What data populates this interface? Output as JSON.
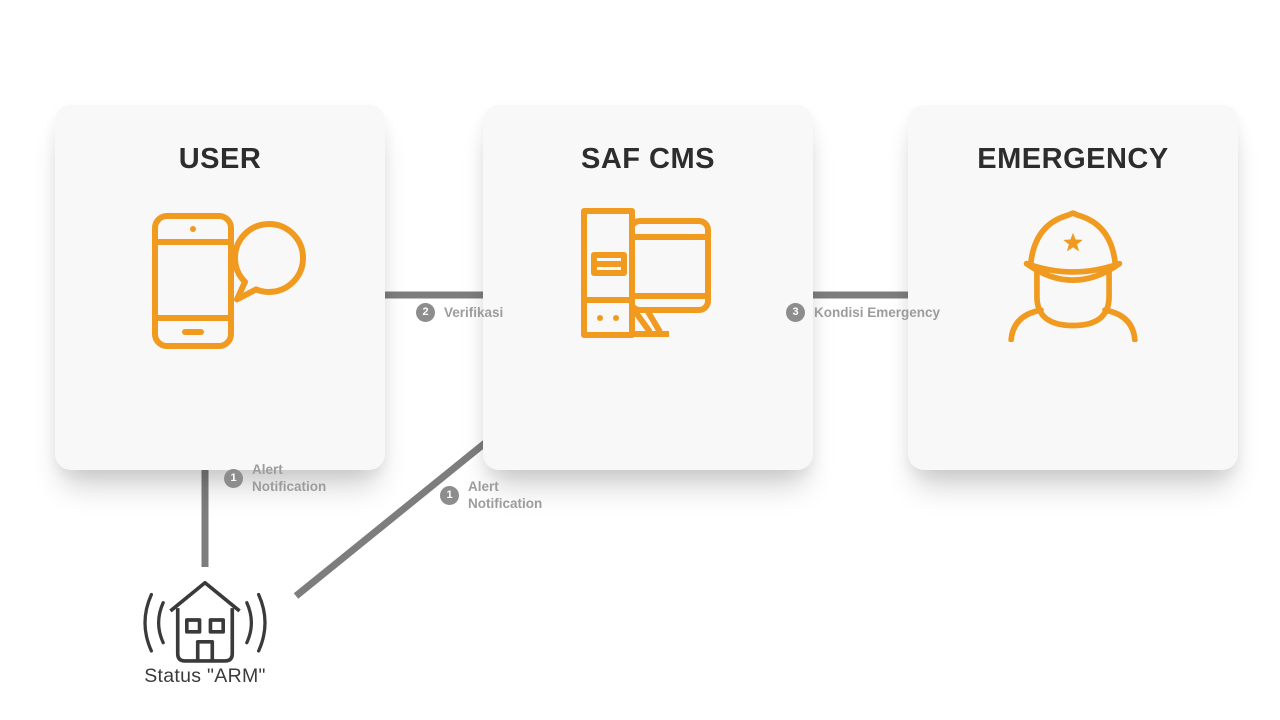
{
  "colors": {
    "accent": "#F09A1F",
    "arrow": "#7D7D7D",
    "label_text": "#9C9C9C",
    "badge_bg": "#8D8D8D",
    "heading_text": "#2D2D2D",
    "card_bg": "#F8F8F8",
    "house_icon": "#3A3A3A",
    "page_bg": "#FFFFFF"
  },
  "cards": [
    {
      "id": "user",
      "title": "USER",
      "icon": "phone-chat-icon"
    },
    {
      "id": "saf-cms",
      "title": "SAF CMS",
      "icon": "desktop-computer-icon"
    },
    {
      "id": "emergency",
      "title": "EMERGENCY",
      "icon": "police-officer-icon"
    }
  ],
  "flows": [
    {
      "step": "1",
      "label": "Alert\nNotification",
      "from": "status-arm-house",
      "to": "user"
    },
    {
      "step": "1",
      "label": "Alert\nNotification",
      "from": "status-arm-house",
      "to": "saf-cms"
    },
    {
      "step": "2",
      "label": "Verifikasi",
      "from": "saf-cms",
      "to": "user"
    },
    {
      "step": "3",
      "label": "Kondisi Emergency",
      "from": "saf-cms",
      "to": "emergency"
    }
  ],
  "source": {
    "caption": "Status \"ARM\"",
    "icon": "alarm-house-icon"
  }
}
